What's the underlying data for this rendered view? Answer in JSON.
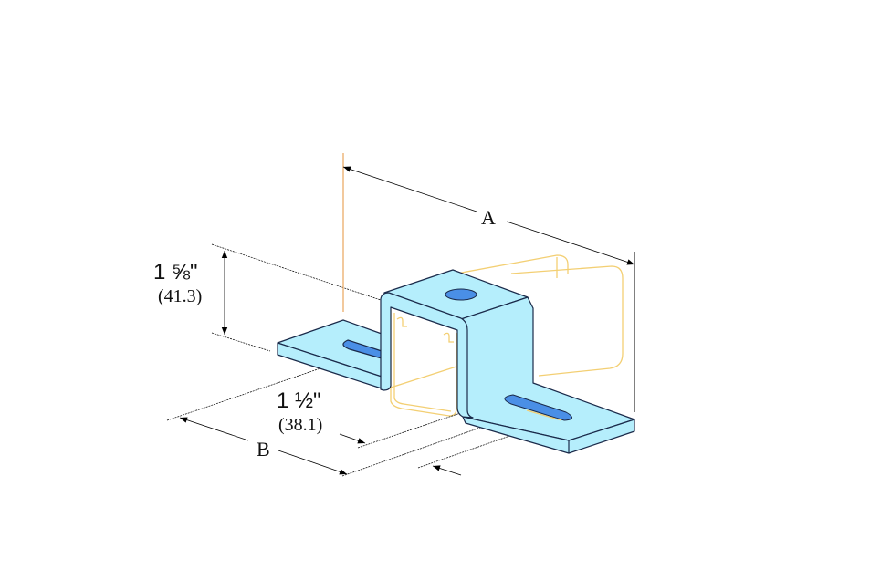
{
  "diagram": {
    "dimension_a": {
      "label": "A"
    },
    "dimension_b": {
      "label": "B"
    },
    "height_dim": {
      "imperial": "1 ⅝\"",
      "metric": "(41.3)"
    },
    "width_dim": {
      "imperial": "1 ½\"",
      "metric": "(38.1)"
    },
    "colors": {
      "fitting": "#b5eefc",
      "hole": "#4a8fe6",
      "channel": "#f3cf73",
      "outline": "#1a2a4a"
    }
  }
}
